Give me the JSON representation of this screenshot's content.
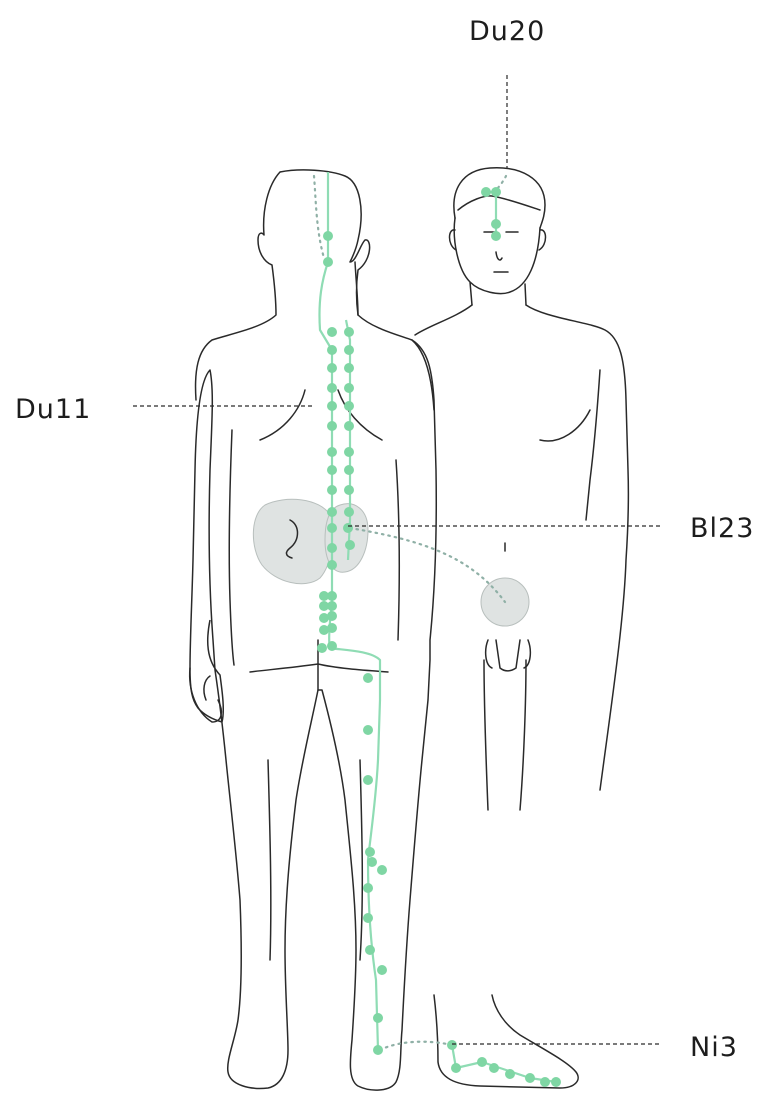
{
  "labels": {
    "du20": "Du20",
    "du11": "Du11",
    "bl23": "Bl23",
    "ni3": "Ni3"
  },
  "colors": {
    "meridian": "#8fdcb4",
    "acupoint": "#7fd6a4",
    "organ": "#dfe3e2",
    "outline": "#2a2a2a"
  }
}
